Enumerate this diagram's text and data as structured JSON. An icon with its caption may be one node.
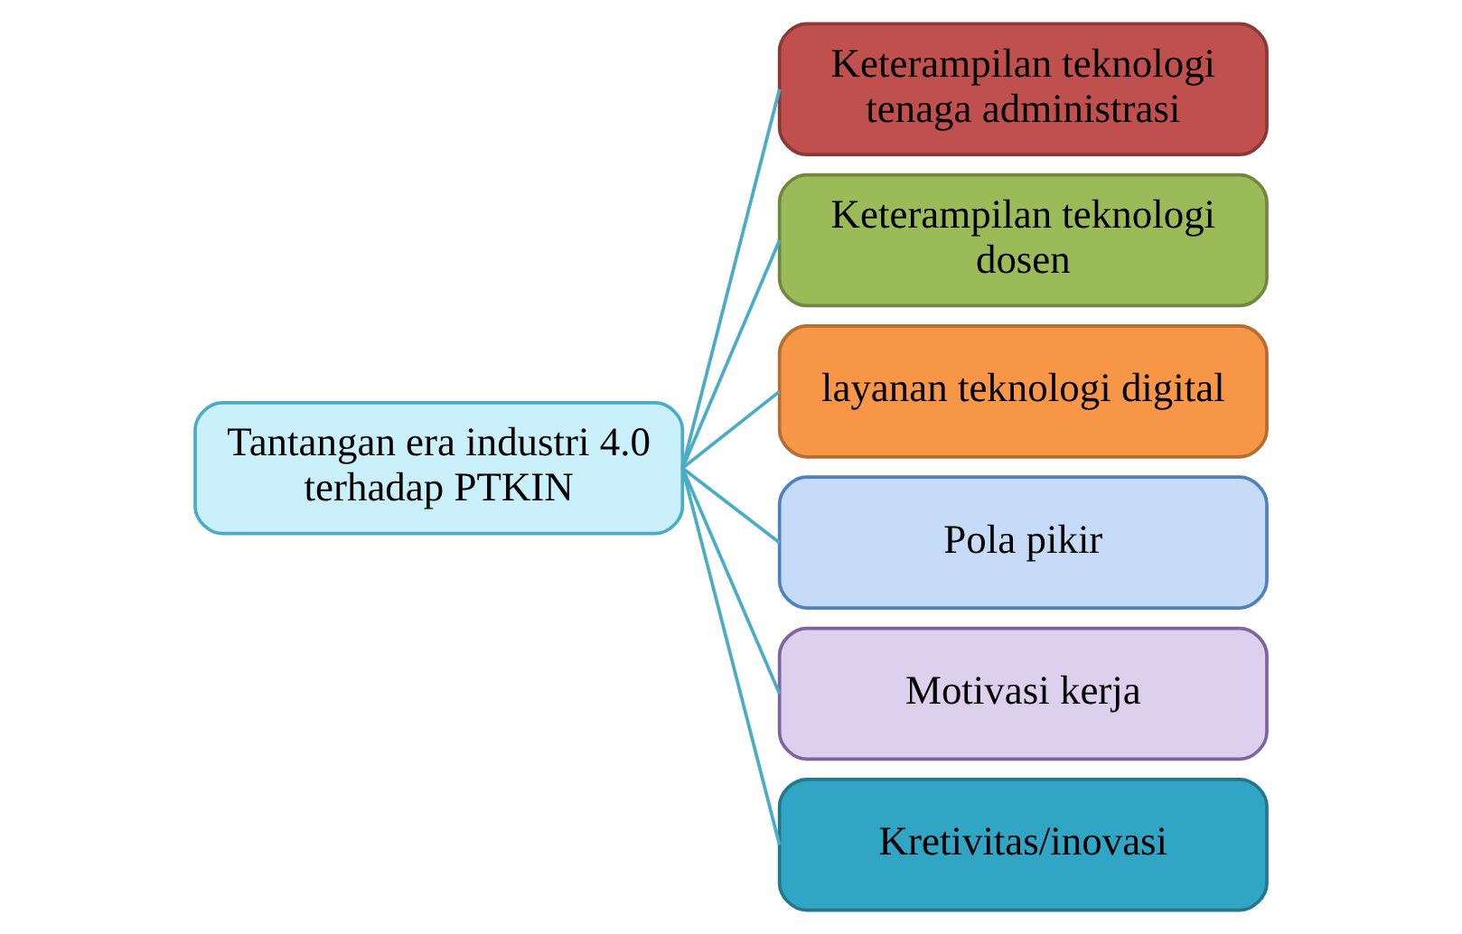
{
  "diagram": {
    "nodes": [
      {
        "text": [
          "Tantangan era industri 4.0 terhadap PTKIN"
        ]
      },
      {
        "text": [
          "Keterampilan teknologi tenaga administrasi"
        ]
      },
      {
        "text": [
          "Keterampilan teknologi dosen"
        ]
      },
      {
        "text": [
          "layanan teknologi digital"
        ]
      },
      {
        "text": [
          "Pola pikir"
        ]
      },
      {
        "text": [
          "Motivasi kerja"
        ]
      },
      {
        "text": [
          "Kretivitas/inovasi"
        ]
      }
    ],
    "edges": [
      {
        "from": 0,
        "to": 1,
        "arrow": "none"
      },
      {
        "from": 0,
        "to": 2,
        "arrow": "none"
      },
      {
        "from": 0,
        "to": 3,
        "arrow": "none"
      },
      {
        "from": 0,
        "to": 4,
        "arrow": "none"
      },
      {
        "from": 0,
        "to": 5,
        "arrow": "none"
      },
      {
        "from": 0,
        "to": 6,
        "arrow": "none"
      }
    ]
  }
}
